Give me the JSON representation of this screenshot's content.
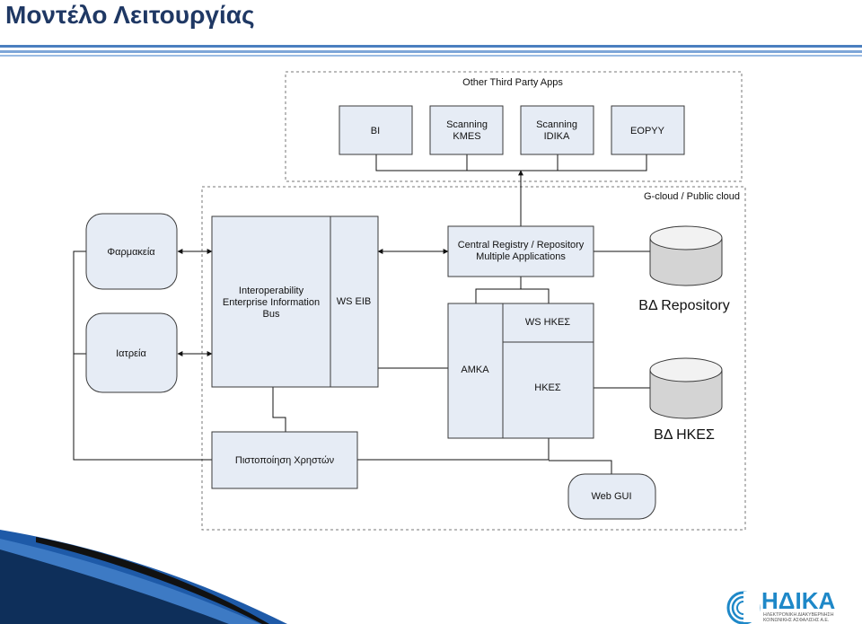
{
  "slide": {
    "title": "Μοντέλο Λειτουργίας"
  },
  "colors": {
    "title": "#1f3864",
    "box_fill": "#e6ecf5",
    "box_stroke": "#3a3a3a",
    "accent_rule": "#4a7fbf",
    "logo": "#1e88c8"
  },
  "diagram": {
    "regions": {
      "third_party": "Other Third Party Apps",
      "cloud": "G-cloud / Public cloud"
    },
    "third_party_apps": [
      {
        "id": "bi",
        "lines": [
          "BI"
        ]
      },
      {
        "id": "scanning-kmes",
        "lines": [
          "Scanning",
          "KMES"
        ]
      },
      {
        "id": "scanning-idika",
        "lines": [
          "Scanning",
          "IDIKA"
        ]
      },
      {
        "id": "eopyy",
        "lines": [
          "EOPYY"
        ]
      }
    ],
    "clients": [
      {
        "id": "pharmacies",
        "label": "Φαρμακεία"
      },
      {
        "id": "clinics",
        "label": "Ιατρεία"
      }
    ],
    "bus": {
      "lines": [
        "Interoperability",
        "Enterprise Information",
        "Bus"
      ],
      "ws_label": "WS EIB"
    },
    "registry": {
      "lines": [
        "Central Registry / Repository",
        "Multiple Applications"
      ]
    },
    "amka": "AMKA",
    "ws_hkes": "WS ΗΚΕΣ",
    "hkes": "ΗΚΕΣ",
    "auth": "Πιστοποίηση Χρηστών",
    "web_gui": "Web GUI",
    "databases": [
      {
        "id": "repository-db",
        "label": "ΒΔ Repository"
      },
      {
        "id": "hkes-db",
        "label": "ΒΔ ΗΚΕΣ"
      }
    ]
  },
  "logo": {
    "name": "ΗΔΙΚΑ",
    "tagline_1": "ΗΛΕΚΤΡΟΝΙΚΗ ΔΙΑΚΥΒΕΡΝΗΣΗ",
    "tagline_2": "ΚΟΙΝΩΝΙΚΗΣ ΑΣΦΑΛΙΣΗΣ Α.Ε."
  }
}
